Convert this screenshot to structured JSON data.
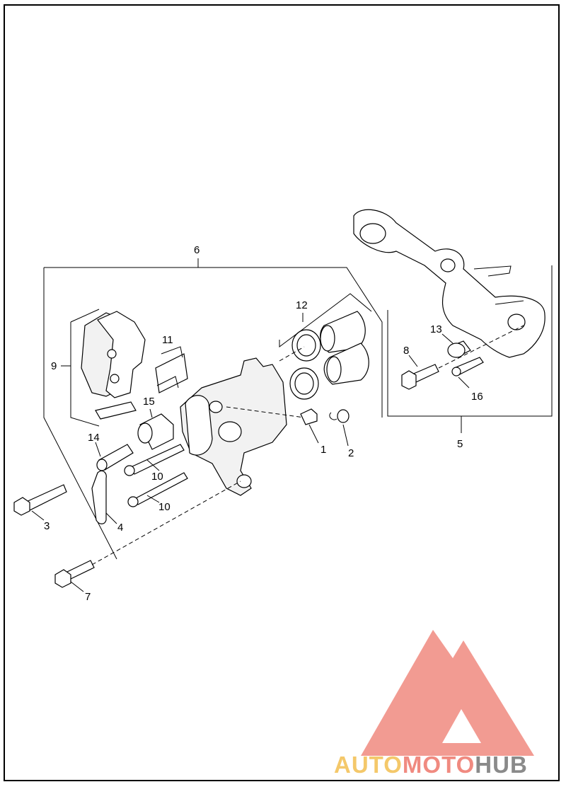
{
  "callouts": {
    "c1": "1",
    "c2": "2",
    "c3": "3",
    "c4": "4",
    "c5": "5",
    "c6": "6",
    "c7": "7",
    "c8": "8",
    "c9": "9",
    "c10a": "10",
    "c10b": "10",
    "c11": "11",
    "c12": "12",
    "c13": "13",
    "c14": "14",
    "c15": "15",
    "c16": "16"
  },
  "watermark": {
    "part1": "AUTO",
    "part2": "MOTO",
    "part3": "HUB",
    "color_auto": "#f4c86a",
    "color_moto": "#f08a80",
    "color_hub": "#8a8a8a",
    "triangle_color": "#f08a80"
  }
}
